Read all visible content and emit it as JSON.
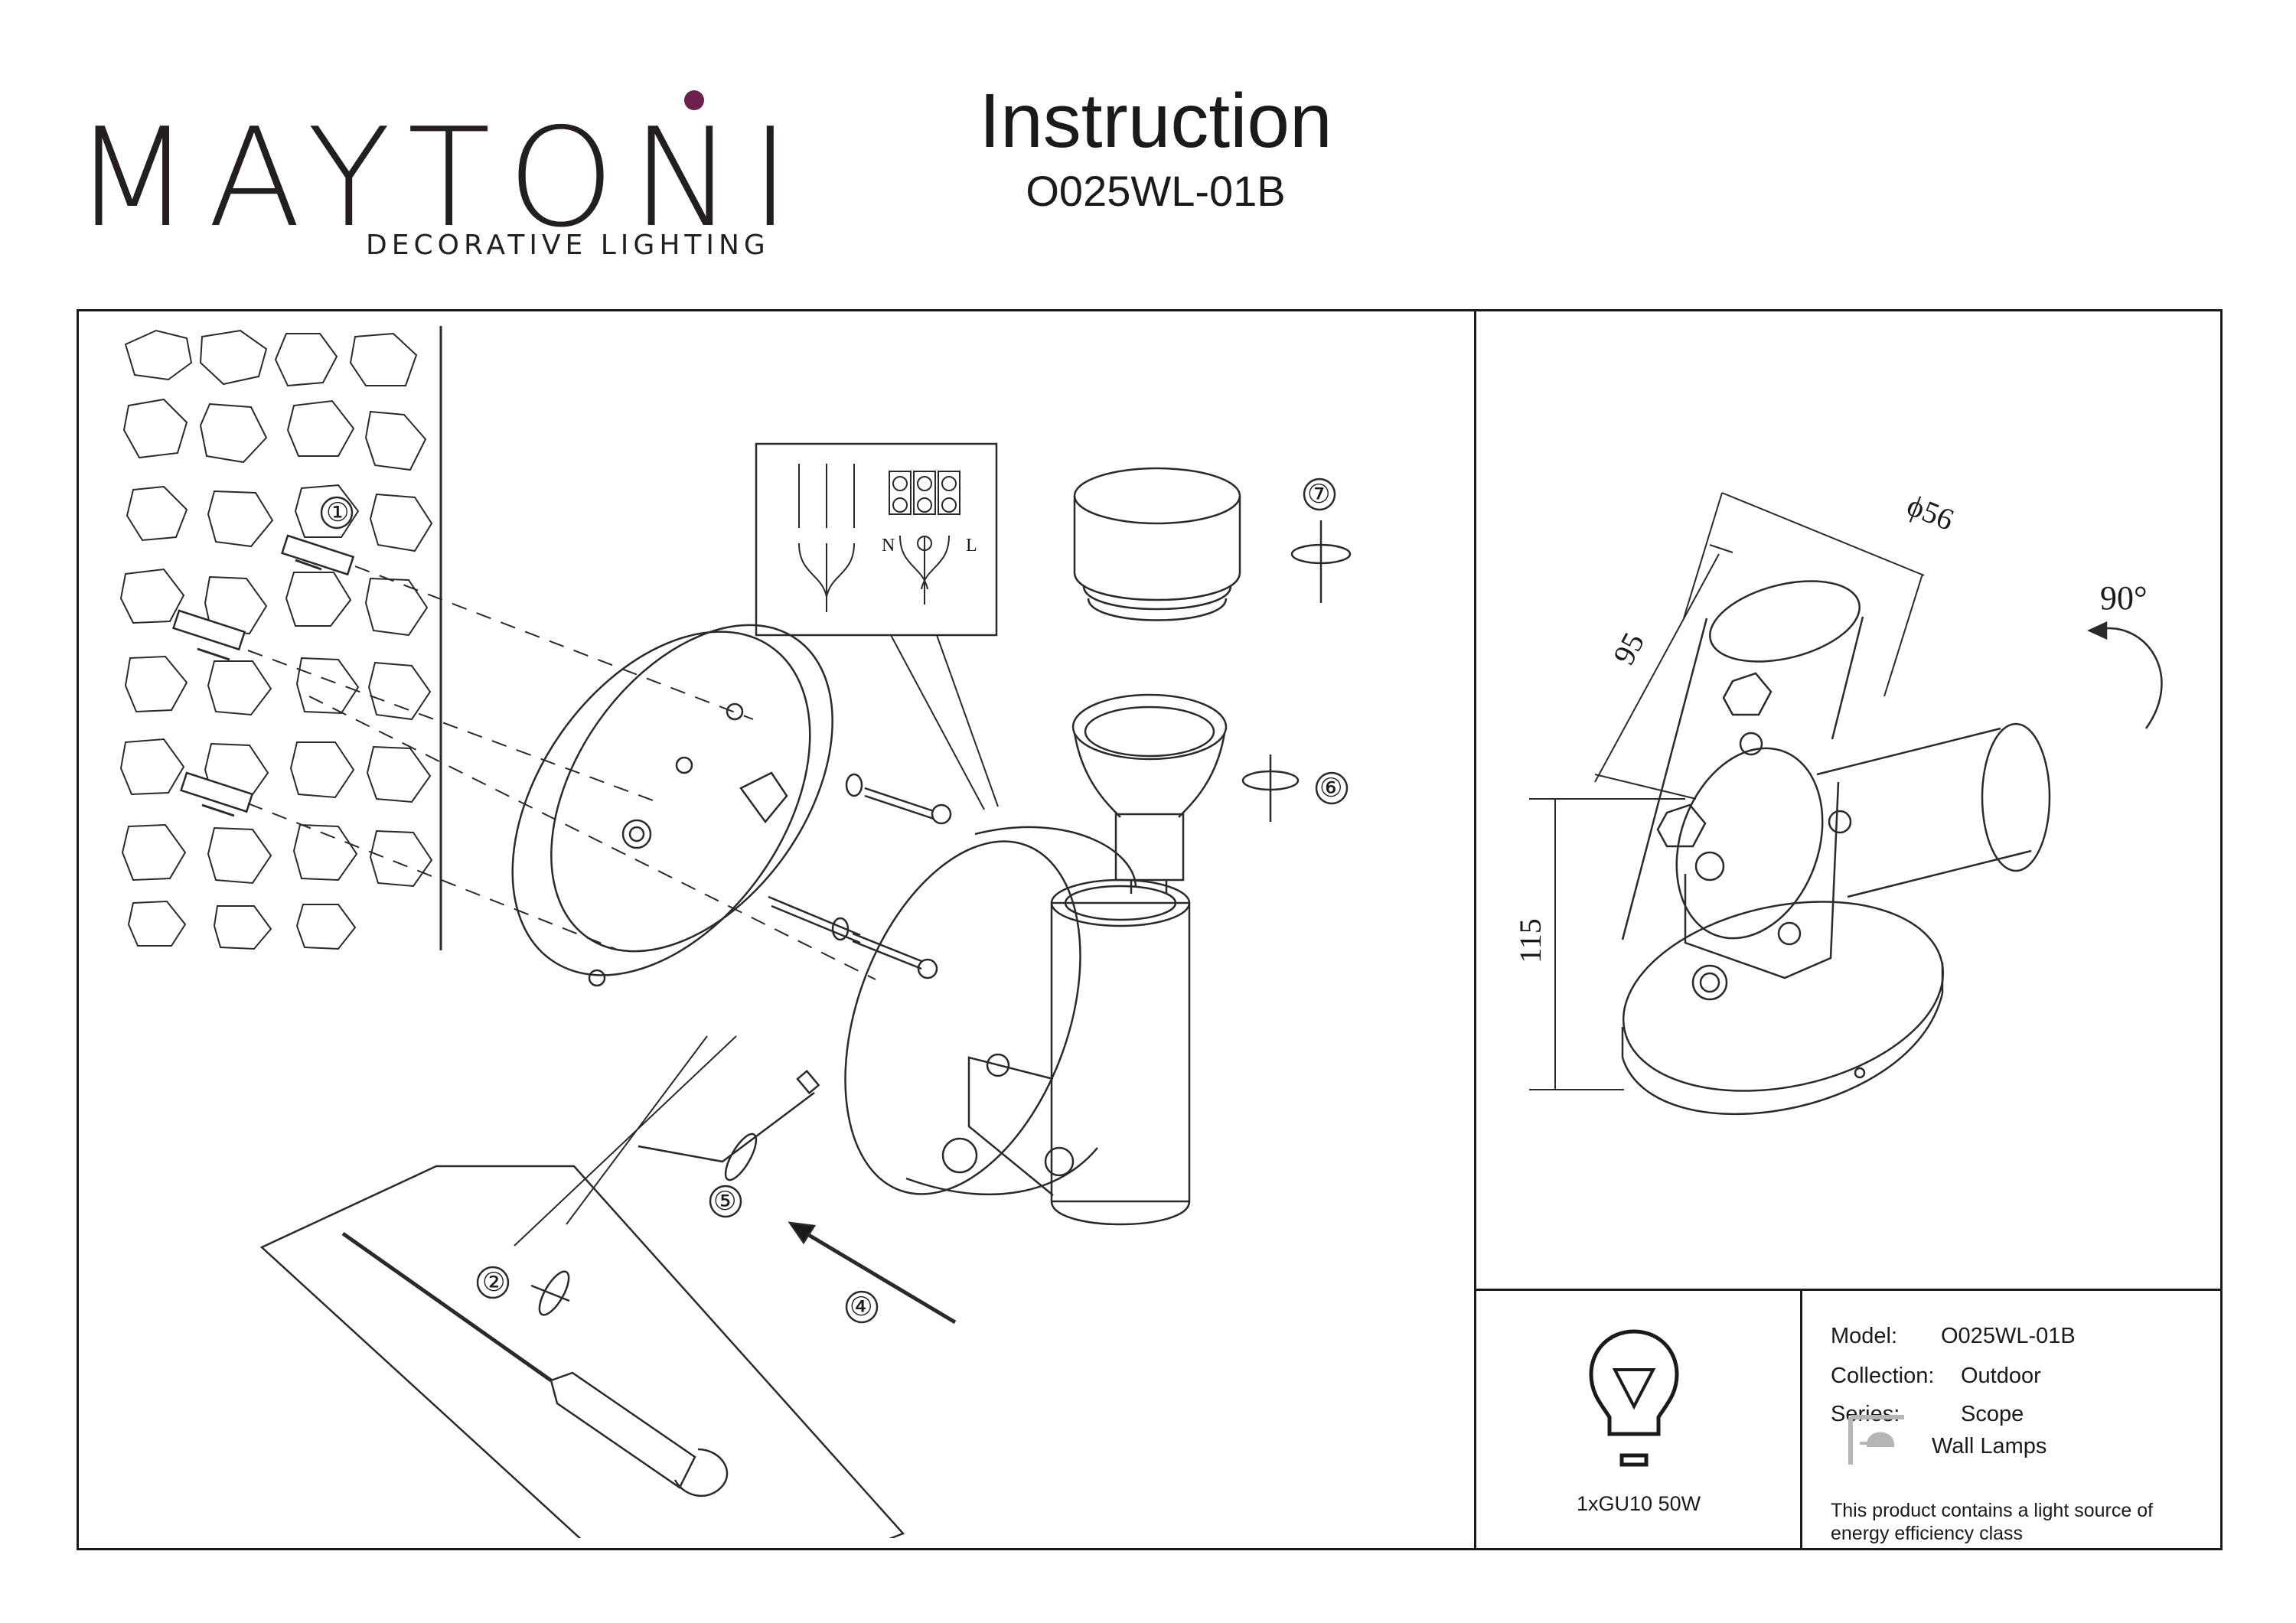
{
  "brand": {
    "name": "MAYTONI",
    "tagline": "DECORATIVE LIGHTING",
    "accent_color": "#6d1f4e"
  },
  "header": {
    "title": "Instruction",
    "model_code": "O025WL-01B"
  },
  "assembly": {
    "steps": [
      "①",
      "②",
      "④",
      "⑤",
      "⑥",
      "⑦"
    ],
    "wiring_labels": [
      "N",
      "L"
    ]
  },
  "dimensions": {
    "diameter": "ϕ56",
    "length": "95",
    "height": "115",
    "rotation": "90°"
  },
  "lamp": {
    "icon": "light-bulb-icon",
    "spec": "1xGU10 50W"
  },
  "specs": {
    "model_label": "Model:",
    "model_value": "O025WL-01B",
    "collection_label": "Collection:",
    "collection_value": "Outdoor",
    "series_label": "Series:",
    "series_value": "Scope",
    "category_icon": "wall-lamp-icon",
    "category_value": "Wall Lamps",
    "energy_note_line1": "This product contains a light source of",
    "energy_note_line2": "energy efficiency class"
  }
}
